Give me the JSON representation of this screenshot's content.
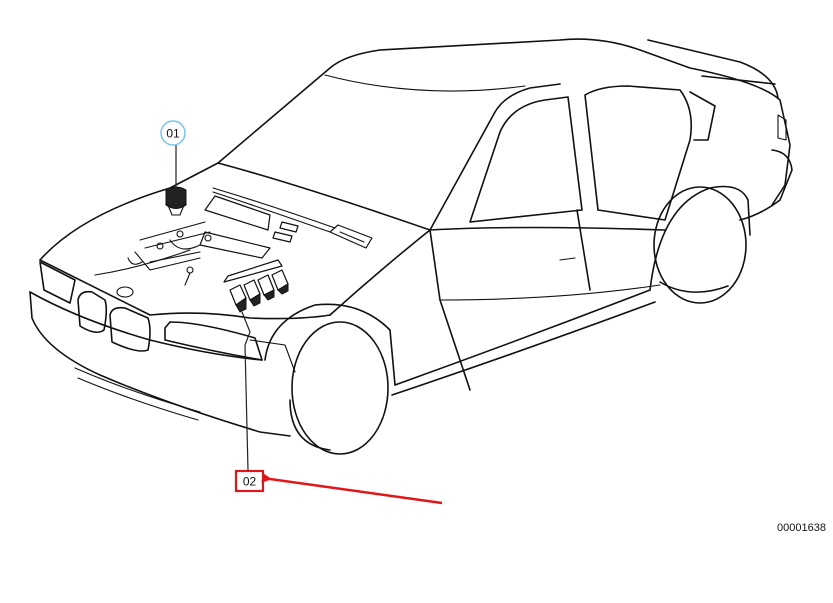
{
  "diagram": {
    "callouts": [
      {
        "label": "01"
      },
      {
        "label": "02"
      }
    ],
    "reference_code": "00001638",
    "colors": {
      "callout_circle": "#7cc4e6",
      "highlight_box": "#e0161b",
      "arrow": "#e0161b",
      "outline": "#111111"
    }
  }
}
